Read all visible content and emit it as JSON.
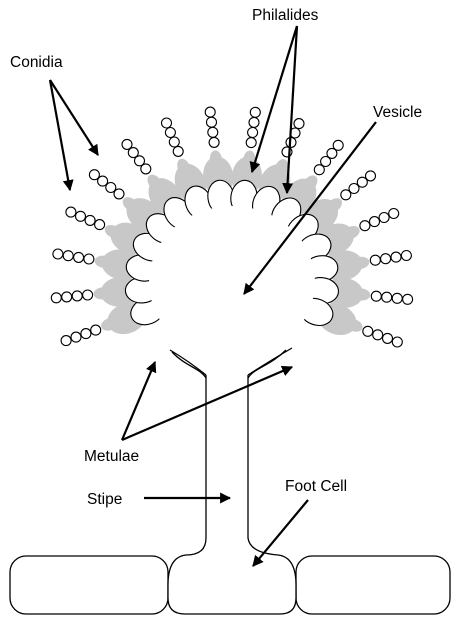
{
  "labels": {
    "conidia": "Conidia",
    "philalides": "Philalides",
    "vesicle": "Vesicle",
    "metulae": "Metulae",
    "stipe": "Stipe",
    "foot_cell": "Foot Cell"
  },
  "colors": {
    "line": "#000000",
    "phialide_fill": "#c8c8c8",
    "background": "#ffffff"
  }
}
